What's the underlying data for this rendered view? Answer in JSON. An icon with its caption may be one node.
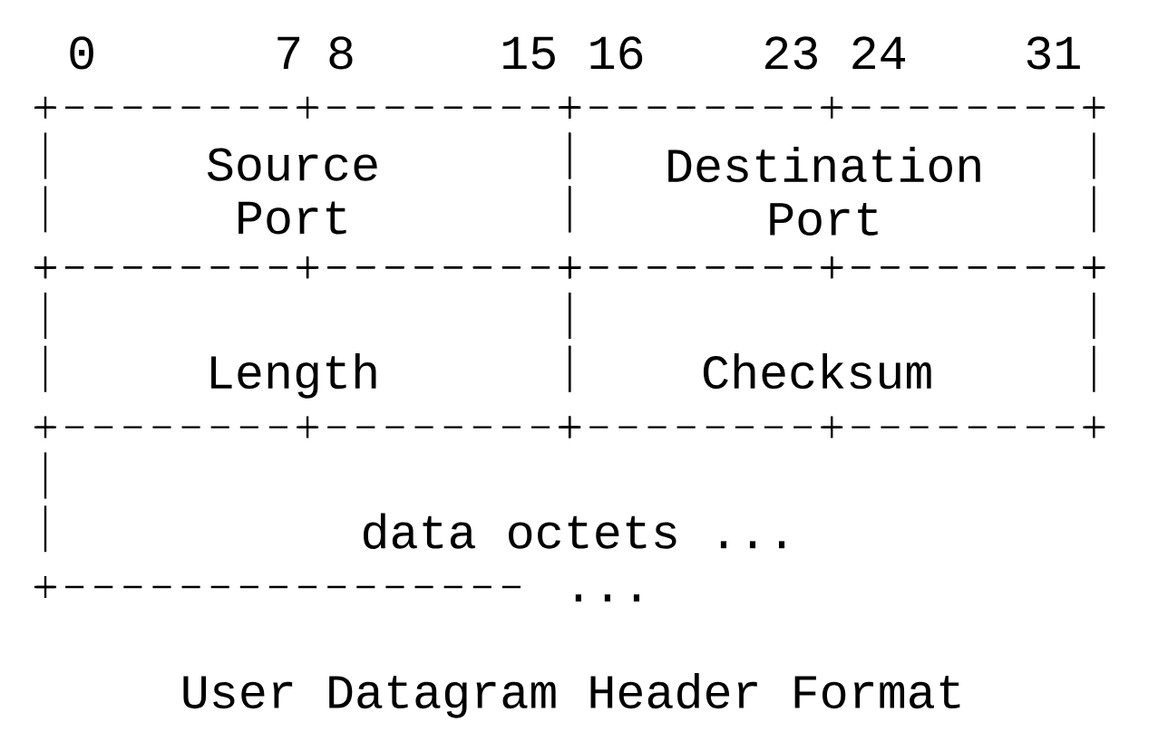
{
  "diagram": {
    "caption": "User Datagram Header Format",
    "nodes": [
      {
        "text": [
          "Source Port"
        ]
      },
      {
        "text": [
          "Destination Port"
        ]
      },
      {
        "text": [
          "Length"
        ]
      },
      {
        "text": [
          "Checksum"
        ]
      },
      {
        "text": [
          "data octets ..."
        ]
      }
    ],
    "labels": [
      "0",
      "7",
      "8",
      "15",
      "16",
      "23",
      "24",
      "31",
      "..."
    ]
  }
}
